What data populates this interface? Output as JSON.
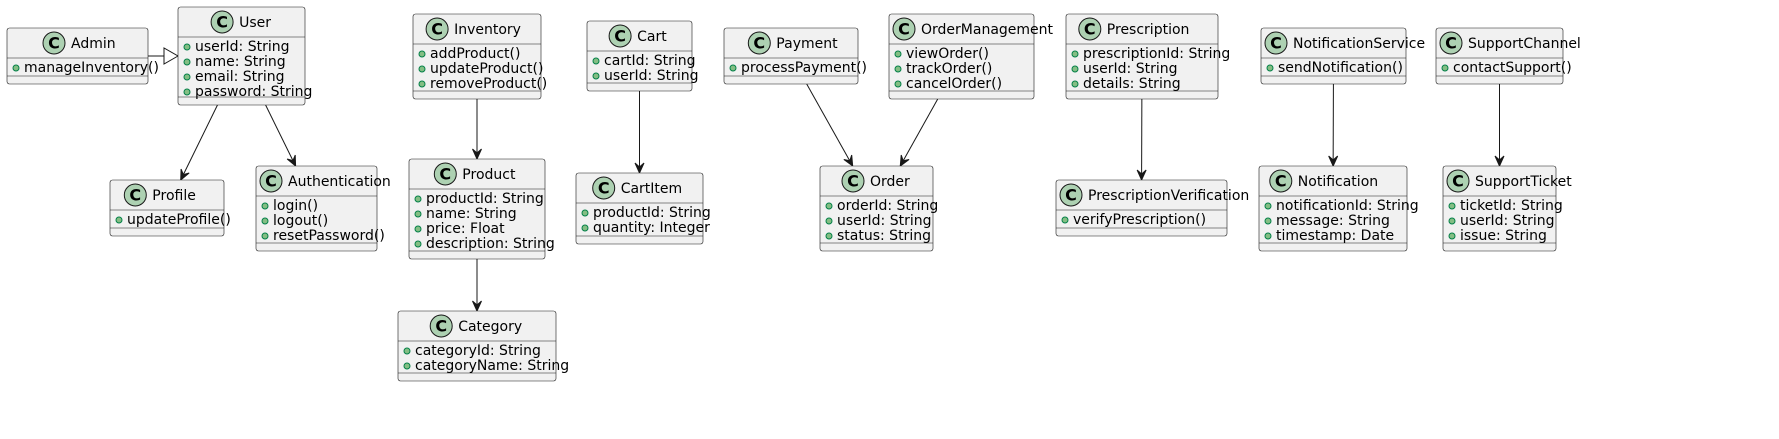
{
  "diagram": {
    "type": "uml-class-diagram",
    "classes": [
      {
        "id": "Admin",
        "name": "Admin",
        "members": [
          "manageInventory()"
        ]
      },
      {
        "id": "User",
        "name": "User",
        "members": [
          "userId: String",
          "name: String",
          "email: String",
          "password: String"
        ]
      },
      {
        "id": "Profile",
        "name": "Profile",
        "members": [
          "updateProfile()"
        ]
      },
      {
        "id": "Authentication",
        "name": "Authentication",
        "members": [
          "login()",
          "logout()",
          "resetPassword()"
        ]
      },
      {
        "id": "Inventory",
        "name": "Inventory",
        "members": [
          "addProduct()",
          "updateProduct()",
          "removeProduct()"
        ]
      },
      {
        "id": "Product",
        "name": "Product",
        "members": [
          "productId: String",
          "name: String",
          "price: Float",
          "description: String"
        ]
      },
      {
        "id": "Category",
        "name": "Category",
        "members": [
          "categoryId: String",
          "categoryName: String"
        ]
      },
      {
        "id": "Cart",
        "name": "Cart",
        "members": [
          "cartId: String",
          "userId: String"
        ]
      },
      {
        "id": "CartItem",
        "name": "CartItem",
        "members": [
          "productId: String",
          "quantity: Integer"
        ]
      },
      {
        "id": "Payment",
        "name": "Payment",
        "members": [
          "processPayment()"
        ]
      },
      {
        "id": "OrderManagement",
        "name": "OrderManagement",
        "members": [
          "viewOrder()",
          "trackOrder()",
          "cancelOrder()"
        ]
      },
      {
        "id": "Order",
        "name": "Order",
        "members": [
          "orderId: String",
          "userId: String",
          "status: String"
        ]
      },
      {
        "id": "Prescription",
        "name": "Prescription",
        "members": [
          "prescriptionId: String",
          "userId: String",
          "details: String"
        ]
      },
      {
        "id": "PrescriptionVerification",
        "name": "PrescriptionVerification",
        "members": [
          "verifyPrescription()"
        ]
      },
      {
        "id": "NotificationService",
        "name": "NotificationService",
        "members": [
          "sendNotification()"
        ]
      },
      {
        "id": "Notification",
        "name": "Notification",
        "members": [
          "notificationId: String",
          "message: String",
          "timestamp: Date"
        ]
      },
      {
        "id": "SupportChannel",
        "name": "SupportChannel",
        "members": [
          "contactSupport()"
        ]
      },
      {
        "id": "SupportTicket",
        "name": "SupportTicket",
        "members": [
          "ticketId: String",
          "userId: String",
          "issue: String"
        ]
      }
    ],
    "relations": [
      {
        "from": "Admin",
        "to": "User",
        "type": "inheritance"
      },
      {
        "from": "User",
        "to": "Profile",
        "type": "association"
      },
      {
        "from": "User",
        "to": "Authentication",
        "type": "association"
      },
      {
        "from": "Inventory",
        "to": "Product",
        "type": "association"
      },
      {
        "from": "Product",
        "to": "Category",
        "type": "association"
      },
      {
        "from": "Cart",
        "to": "CartItem",
        "type": "association"
      },
      {
        "from": "Payment",
        "to": "Order",
        "type": "association"
      },
      {
        "from": "OrderManagement",
        "to": "Order",
        "type": "association"
      },
      {
        "from": "Prescription",
        "to": "PrescriptionVerification",
        "type": "association"
      },
      {
        "from": "NotificationService",
        "to": "Notification",
        "type": "association"
      },
      {
        "from": "SupportChannel",
        "to": "SupportTicket",
        "type": "association"
      }
    ],
    "badge_letter": "C",
    "badge_color": "#add1b2",
    "visibility_color": "#84be84",
    "box_fill": "#f1f1f1"
  }
}
